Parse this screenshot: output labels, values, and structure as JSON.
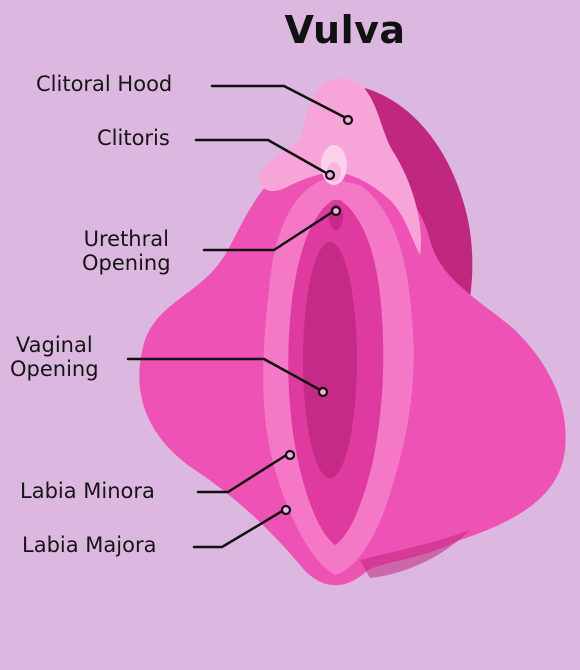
{
  "diagram": {
    "title": "Vulva",
    "labels": {
      "clitoral_hood": "Clitoral Hood",
      "clitoris": "Clitoris",
      "urethral_opening": "Urethral\nOpening",
      "vaginal_opening": "Vaginal\nOpening",
      "labia_minora": "Labia Minora",
      "labia_majora": "Labia Majora"
    }
  },
  "colors": {
    "background": "#dcb8e0",
    "outer": "#ee52b4",
    "outer_dark": "#c0277e",
    "minora": "#f478c6",
    "inner": "#de3aa0",
    "opening": "#c42a86",
    "hood": "#f7a4d8",
    "clitoris": "#fbd0ea",
    "leader_line": "#111111"
  }
}
